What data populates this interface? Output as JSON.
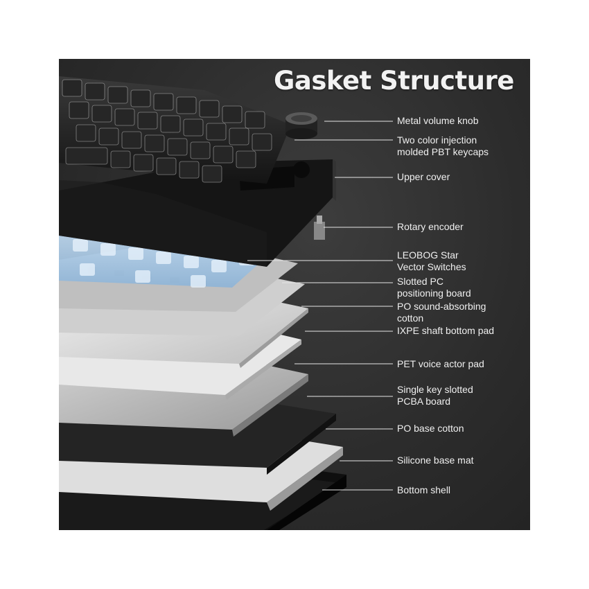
{
  "title": "Gasket Structure",
  "labels": [
    "Metal volume knob",
    "Two color injection\nmolded PBT keycaps",
    "Upper cover",
    "Rotary encoder",
    "LEOBOG Star\nVector Switches",
    "Slotted PC\npositioning board",
    "PO sound-absorbing\ncotton",
    "IXPE shaft bottom pad",
    "PET voice actor pad",
    "Single key slotted\nPCBA board",
    "PO base cotton",
    "Silicone base mat",
    "Bottom shell"
  ],
  "colors": {
    "background": "#2c2c2c",
    "text": "#f0f0f0",
    "keycap": "#1e1e1e",
    "switch": "#a9c9e6",
    "plate": "#d8d8d8"
  }
}
